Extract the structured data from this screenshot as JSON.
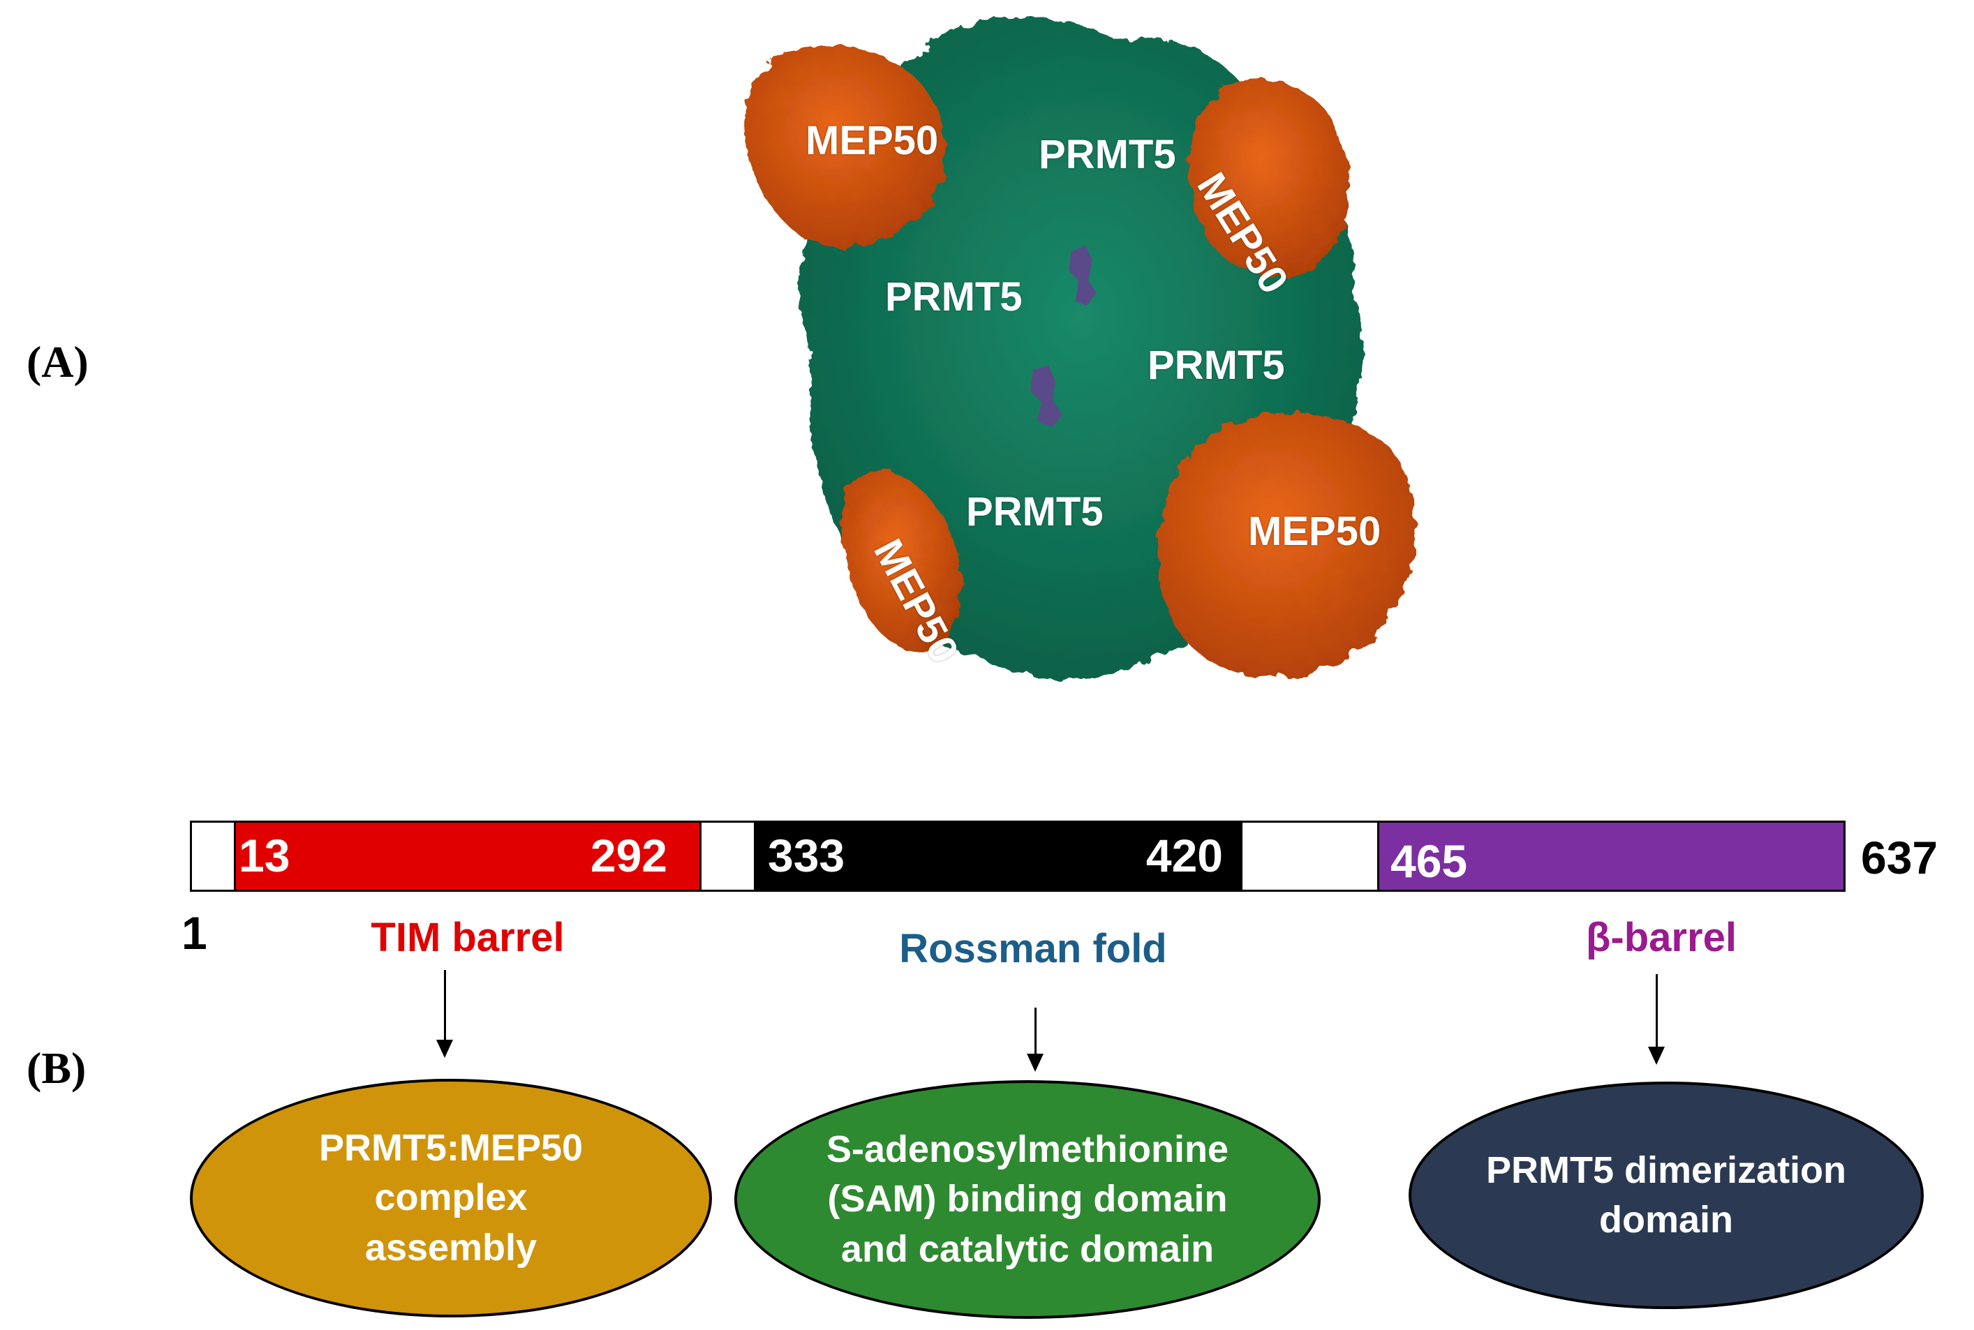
{
  "panels": {
    "a": "(A)",
    "b": "(B)"
  },
  "structure": {
    "labels": [
      {
        "text": "MEP50"
      },
      {
        "text": "PRMT5"
      },
      {
        "text": "MEP50"
      },
      {
        "text": "PRMT5"
      },
      {
        "text": "PRMT5"
      },
      {
        "text": "MEP50"
      },
      {
        "text": "PRMT5"
      },
      {
        "text": "MEP50"
      }
    ],
    "colors": {
      "prmt5": "#0f7a5c",
      "mep50": "#d9530a",
      "ligand": "#5a4a8a"
    }
  },
  "domain_bar": {
    "start": "1",
    "end": "637",
    "segments": [
      {
        "start": 13,
        "end": 292,
        "start_label": "13",
        "end_label": "292",
        "color": "#e00000"
      },
      {
        "start": 333,
        "end": 420,
        "start_label": "333",
        "end_label": "420",
        "color": "#000000"
      },
      {
        "start": 465,
        "end": 637,
        "start_label": "465",
        "end_label": "",
        "color": "#7b2fa0"
      }
    ]
  },
  "domains": [
    {
      "name": "TIM barrel",
      "color": "#e00000",
      "function": "PRMT5:MEP50\ncomplex\nassembly",
      "fill": "#d0940a"
    },
    {
      "name": "Rossman fold",
      "color": "#1b5e8a",
      "function": "S-adenosylmethionine\n(SAM) binding domain\nand catalytic domain",
      "fill": "#2e8a30"
    },
    {
      "name": "β-barrel",
      "color": "#9a1a8f",
      "function": "PRMT5 dimerization\ndomain",
      "fill": "#2b3a52"
    }
  ]
}
